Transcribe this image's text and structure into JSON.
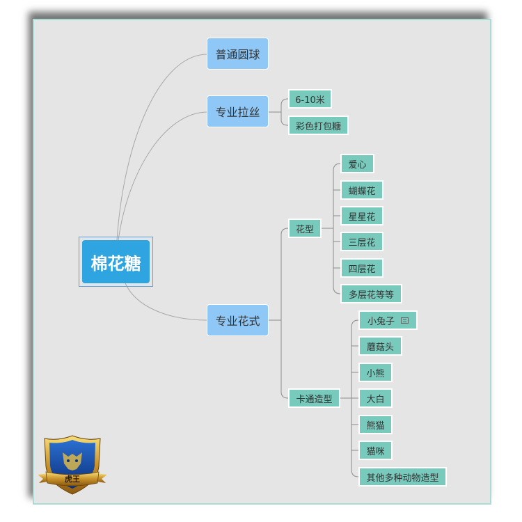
{
  "mindmap": {
    "root": "棉花糖",
    "branches": [
      {
        "label": "普通圆球"
      },
      {
        "label": "专业拉丝",
        "children": [
          "6-10米",
          "彩色打包糖"
        ]
      },
      {
        "label": "专业花式",
        "groups": [
          {
            "label": "花型",
            "children": [
              "爱心",
              "蝴蝶花",
              "星星花",
              "三层花",
              "四层花",
              "多层花等等"
            ]
          },
          {
            "label": "卡通造型",
            "children": [
              "小兔子",
              "蘑菇头",
              "小熊",
              "大白",
              "熊猫",
              "猫咪",
              "其他多种动物造型"
            ]
          }
        ]
      }
    ]
  },
  "logo": {
    "text": "虎王"
  },
  "colors": {
    "canvas": "#e5e5e5",
    "root_fill": "#2ea4e0",
    "branch_fill": "#8fc8f7",
    "leaf_fill": "#78cabc",
    "link": "#a8a8a8"
  }
}
